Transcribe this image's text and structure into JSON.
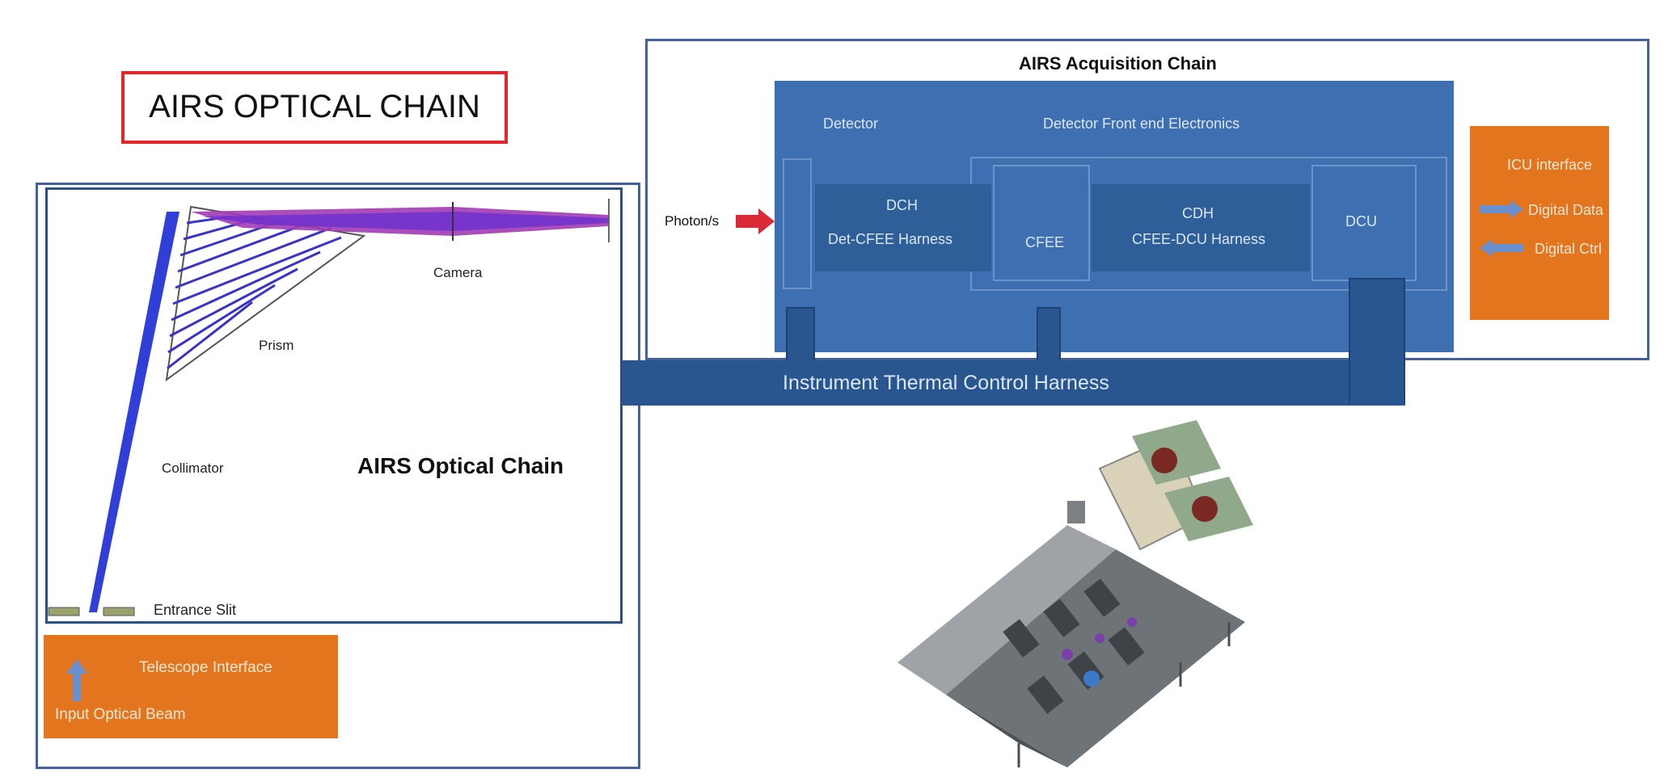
{
  "title_box": {
    "label": "AIRS OPTICAL CHAIN"
  },
  "optical": {
    "camera": "Camera",
    "prism": "Prism",
    "collimator": "Collimator",
    "chain_label": "AIRS Optical Chain",
    "entrance_slit": "Entrance Slit"
  },
  "telescope_interface": {
    "title": "Telescope Interface",
    "beam": "Input Optical Beam"
  },
  "acquisition": {
    "title": "AIRS Acquisition Chain",
    "detector": "Detector",
    "front_end": "Detector Front end Electronics",
    "photon_input": "Photon/s",
    "dch_line1": "DCH",
    "dch_line2": "Det-CFEE Harness",
    "cfee": "CFEE",
    "cdh_line1": "CDH",
    "cdh_line2": "CFEE-DCU Harness",
    "dcu": "DCU",
    "thermal_harness": "Instrument Thermal Control Harness"
  },
  "icu_interface": {
    "title": "ICU interface",
    "digital_data": "Digital Data",
    "digital_ctrl": "Digital Ctrl"
  },
  "colors": {
    "blue_dark": "#1f4f8c",
    "blue_mid": "#3e6fb0",
    "orange": "#e2751e",
    "red_border": "#e0262b"
  }
}
